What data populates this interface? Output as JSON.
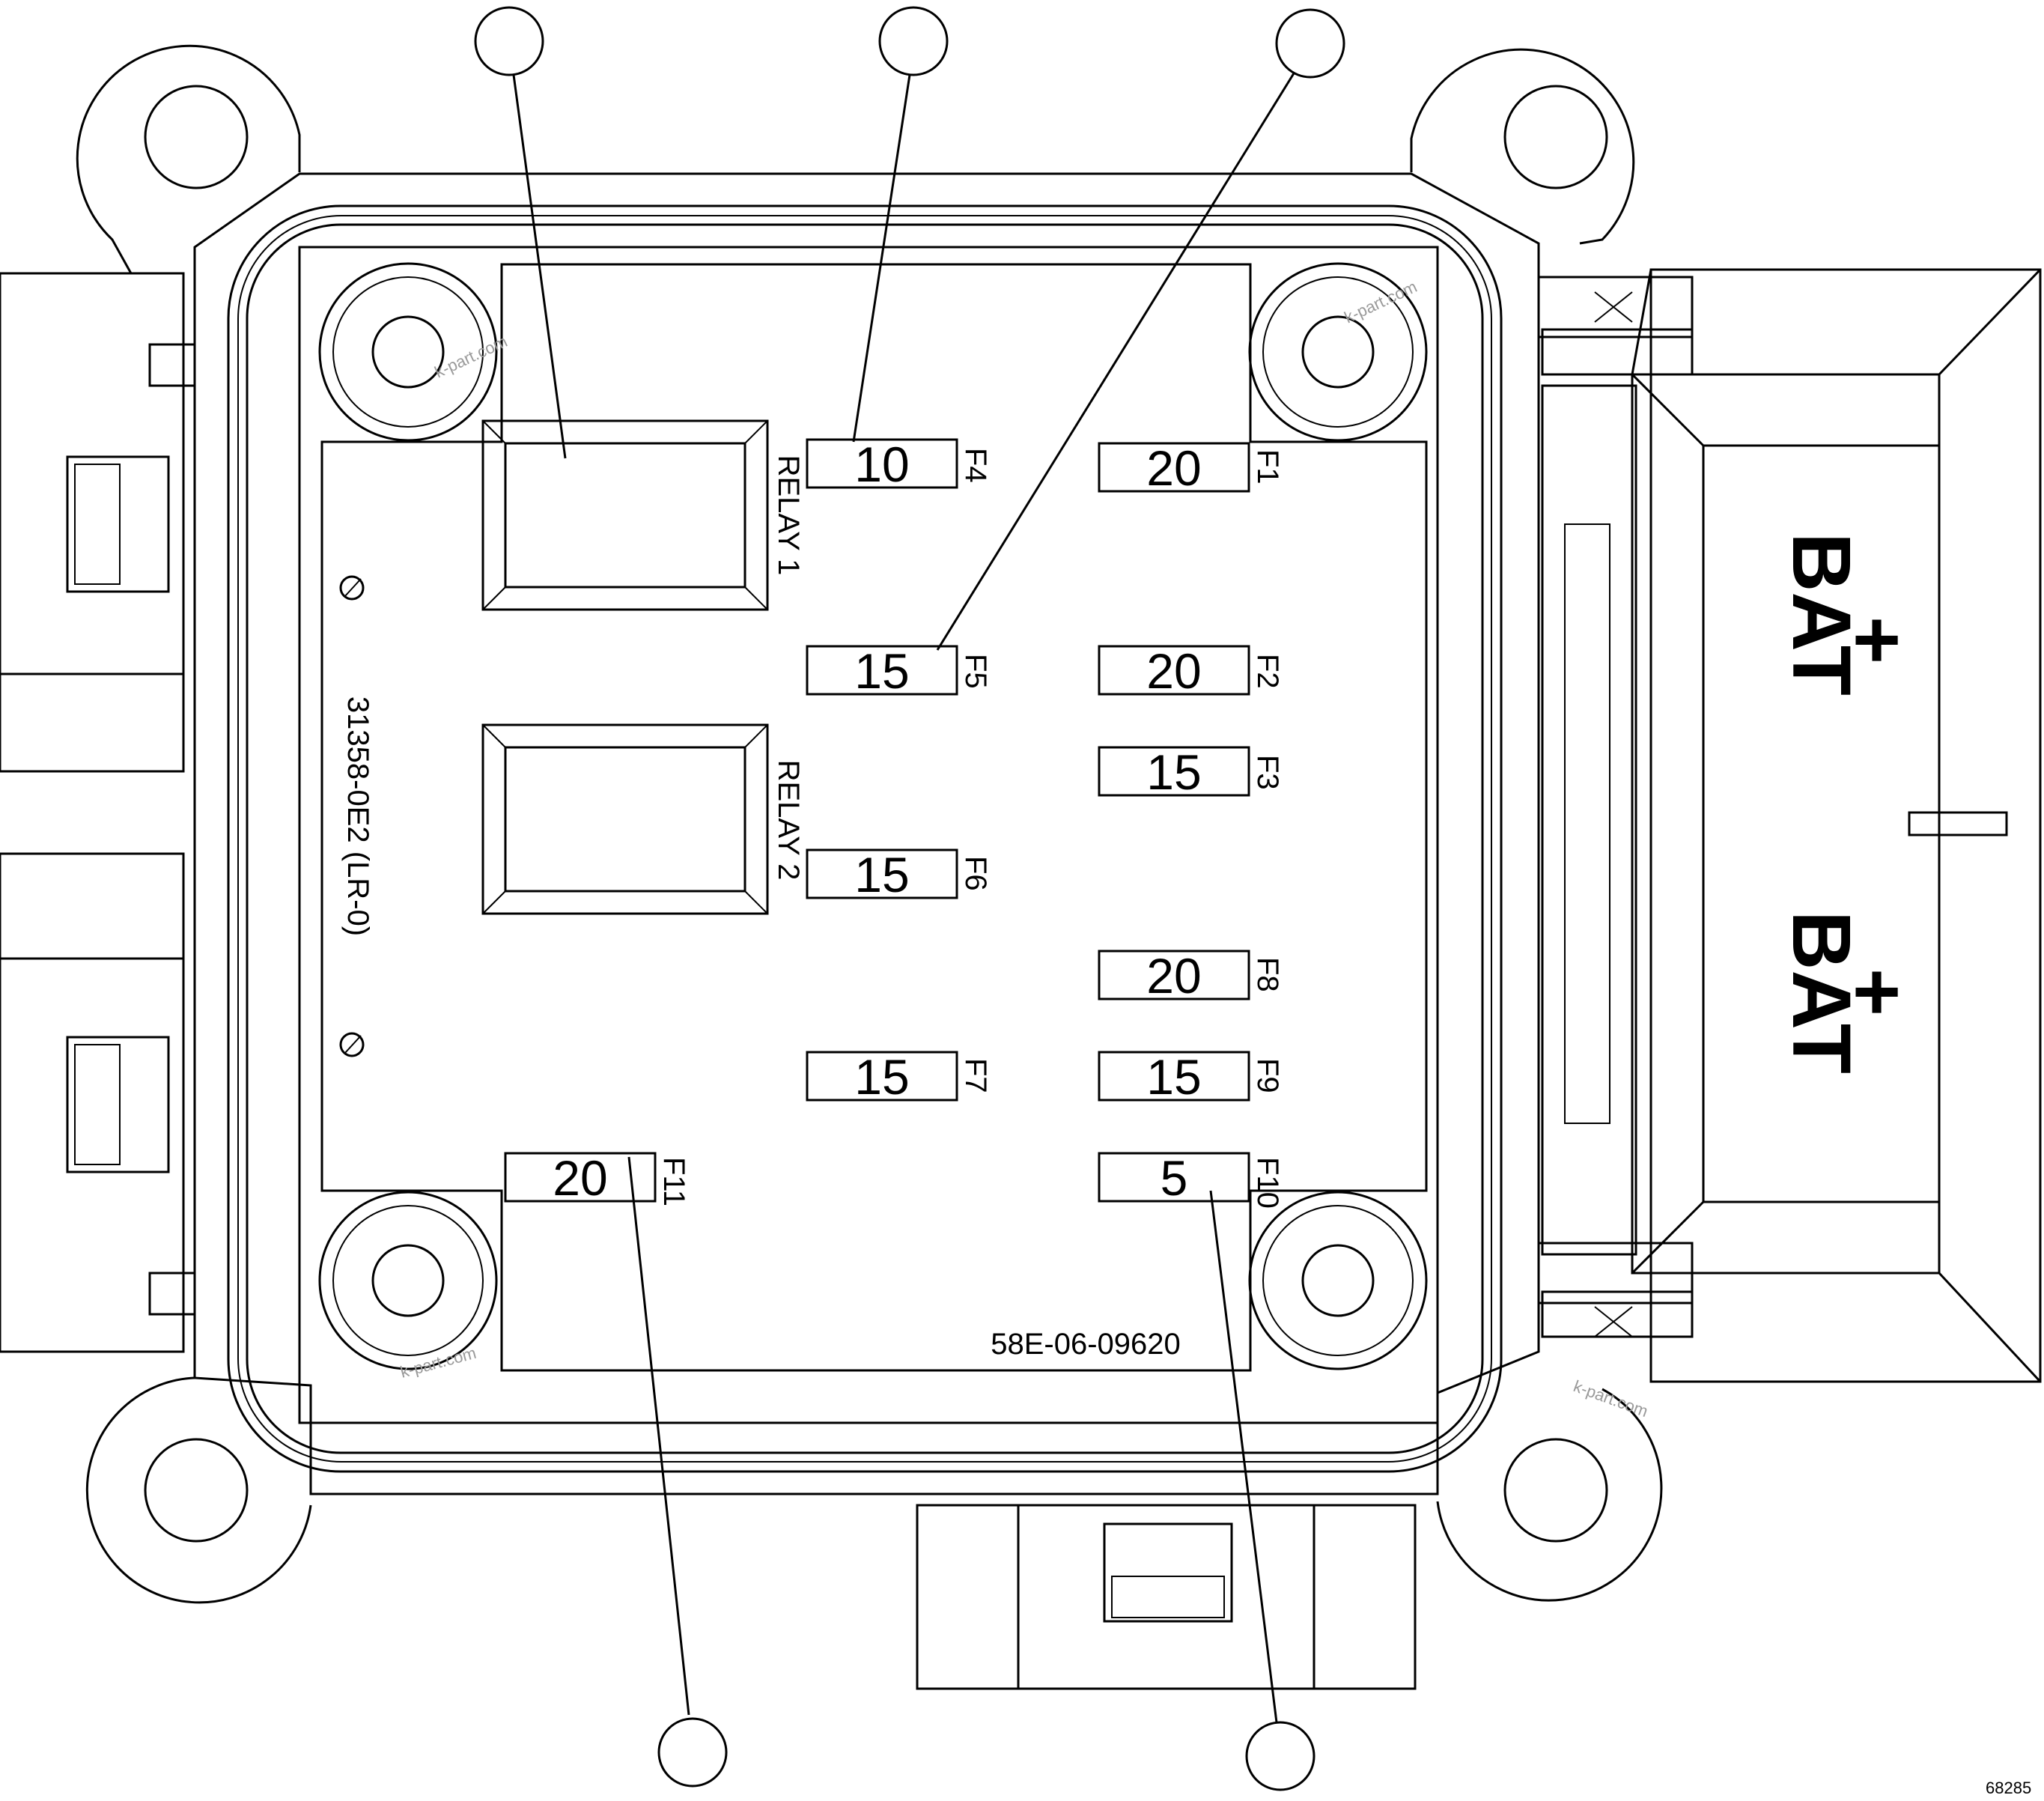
{
  "diagram": {
    "fuses": [
      {
        "id": "F4",
        "rating": "10"
      },
      {
        "id": "F1",
        "rating": "20"
      },
      {
        "id": "F5",
        "rating": "15"
      },
      {
        "id": "F2",
        "rating": "20"
      },
      {
        "id": "F3",
        "rating": "15"
      },
      {
        "id": "F6",
        "rating": "15"
      },
      {
        "id": "F8",
        "rating": "20"
      },
      {
        "id": "F7",
        "rating": "15"
      },
      {
        "id": "F9",
        "rating": "15"
      },
      {
        "id": "F11",
        "rating": "20"
      },
      {
        "id": "F10",
        "rating": "5"
      }
    ],
    "relays": [
      {
        "label": "RELAY 1"
      },
      {
        "label": "RELAY 2"
      }
    ],
    "board_code": "31358-0E2 (LR-0)",
    "part_number": "58E-06-09620",
    "terminals": [
      {
        "label": "BAT",
        "sign": "+"
      },
      {
        "label": "BAT",
        "sign": "+"
      }
    ],
    "watermarks": [
      "k-part.com",
      "k-part.com",
      "k-part.com",
      "k-part.com"
    ],
    "figure_number": "68285"
  }
}
